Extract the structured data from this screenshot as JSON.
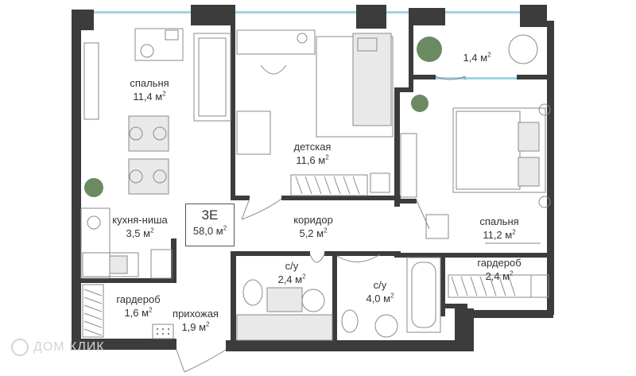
{
  "plan": {
    "apartment": {
      "rooms_code": "3Е",
      "total_area": "58,0 м",
      "area_unit_sup": "2"
    },
    "rooms": [
      {
        "id": "bedroom-1",
        "name": "спальня",
        "area": "11,4 м"
      },
      {
        "id": "kids-room",
        "name": "детская",
        "area": "11,6 м"
      },
      {
        "id": "balcony",
        "name": "",
        "area": "1,4 м"
      },
      {
        "id": "bedroom-2",
        "name": "спальня",
        "area": "11,2 м"
      },
      {
        "id": "kitchen-niche",
        "name": "кухня-ниша",
        "area": "3,5 м"
      },
      {
        "id": "corridor",
        "name": "коридор",
        "area": "5,2 м"
      },
      {
        "id": "bathroom-1",
        "name": "с/у",
        "area": "2,4 м"
      },
      {
        "id": "bathroom-2",
        "name": "с/у",
        "area": "4,0 м"
      },
      {
        "id": "wardrobe-2",
        "name": "гардероб",
        "area": "2,4 м"
      },
      {
        "id": "wardrobe-1",
        "name": "гардероб",
        "area": "1,6 м"
      },
      {
        "id": "hallway",
        "name": "прихожая",
        "area": "1,9 м"
      }
    ],
    "colors": {
      "walls": "#3c3c3c",
      "furniture": "#8a8a8a",
      "window": "#9fd3e6"
    }
  },
  "watermark": {
    "text": "ДОМ КЛИК",
    "icon": "domclick-logo-icon"
  }
}
